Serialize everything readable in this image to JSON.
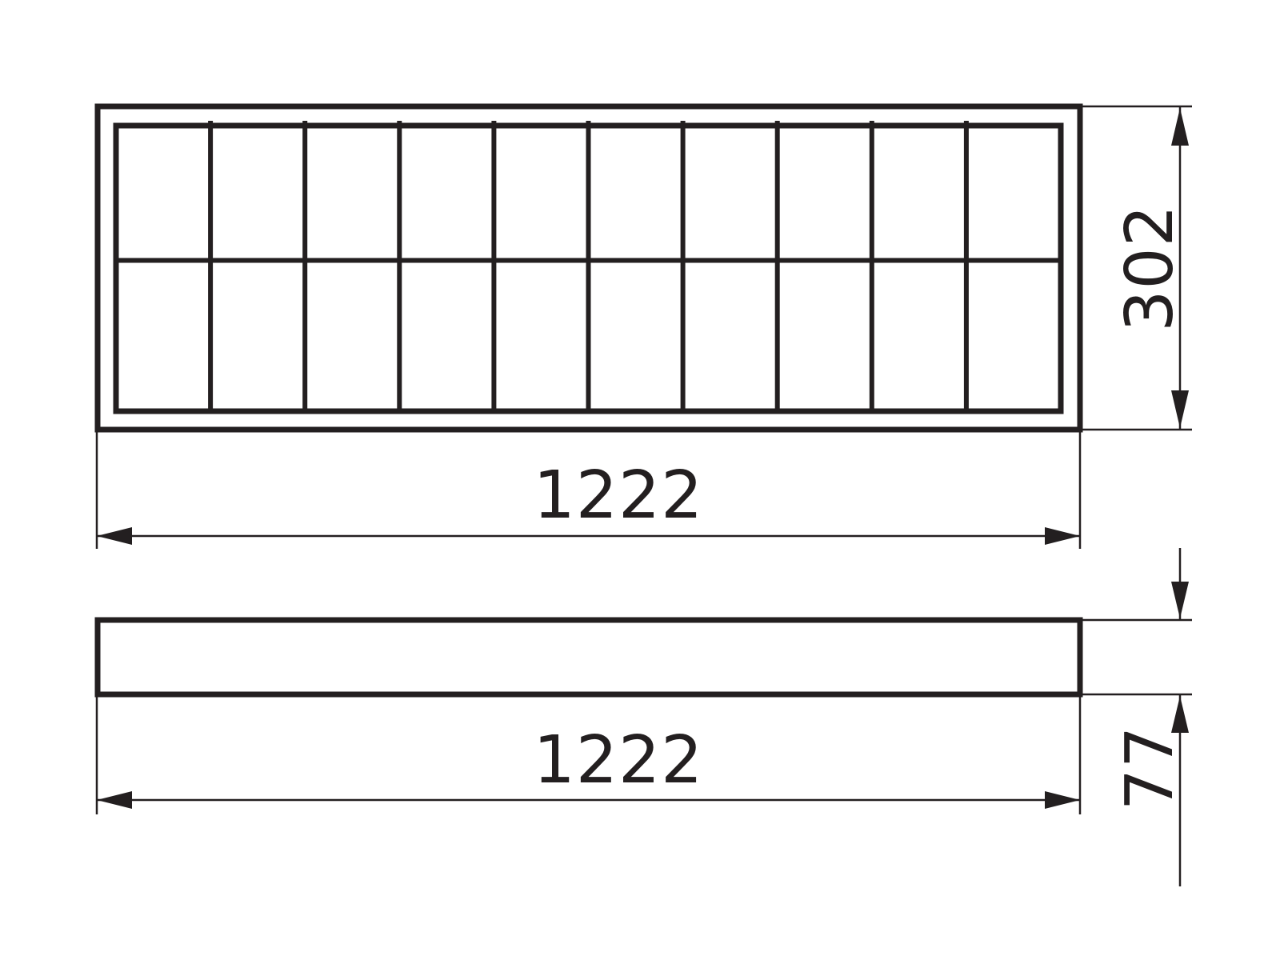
{
  "top_view": {
    "grid_columns": 10,
    "grid_rows": 2,
    "width_label": "1222",
    "height_label": "302"
  },
  "side_view": {
    "width_label": "1222",
    "height_label": "77"
  },
  "colors": {
    "line": "#231f20",
    "background": "#ffffff"
  }
}
